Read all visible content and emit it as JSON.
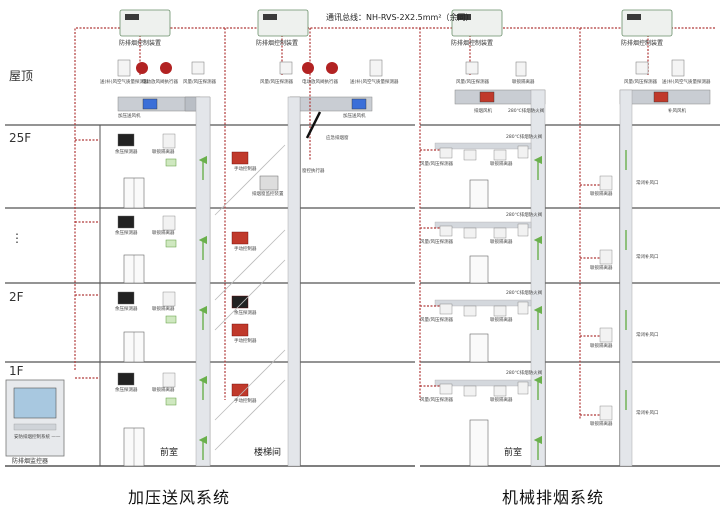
{
  "bus_label": "通讯总线：NH-RVS-2X2.5mm²（余同）",
  "floors": [
    "屋顶",
    "25F",
    "⋮",
    "2F",
    "1F"
  ],
  "controller_label": "防排烟控制装置",
  "roof_left": {
    "detector_a": "送(补)风空气质量探测器",
    "actuator_a": "电动放风阀执行器",
    "actuator_b": "电动放风阀执行器",
    "detector_b": "风量/风压探测器",
    "fan": "加压送风机"
  },
  "roof_right_of_left": {
    "detector_b": "风量/风压探测器",
    "actuator_a": "电动放风阀执行器",
    "actuator_b": "电动放风阀执行器",
    "detector_a": "送(补)风空气质量探测器",
    "fan": "加压送风机"
  },
  "roof_smoke": {
    "detector": "风量/风压探测器",
    "isolator": "联锁隔离器",
    "fan": "排烟风机",
    "damper": "280℃排烟防火阀"
  },
  "roof_makeup": {
    "detector_b": "风量/风压探测器",
    "detector_a": "送(补)风空气质量探测器",
    "fan": "补风风机"
  },
  "floor_devices": {
    "residual_pressure": "余压探测器",
    "linkage_isolator": "联锁隔离器",
    "manual_controller": "手动控制器",
    "window_controller": "排烟窗监控装置",
    "window_actuator": "窗控执行器",
    "emergency_window": "应急排烟窗",
    "smoke_damper_small": "280℃排烟防火阀",
    "air_detector": "风量/风压探测器",
    "normally_closed": "常闭补风口"
  },
  "rooms": {
    "lobby_left": "前室",
    "stair": "楼梯间",
    "lobby_right": "前室"
  },
  "monitor_label": "防排烟监控器",
  "monitor_brand": "安防排烟控制系统 ——",
  "system_titles": {
    "left": "加压送风系统",
    "right": "机械排烟系统"
  }
}
